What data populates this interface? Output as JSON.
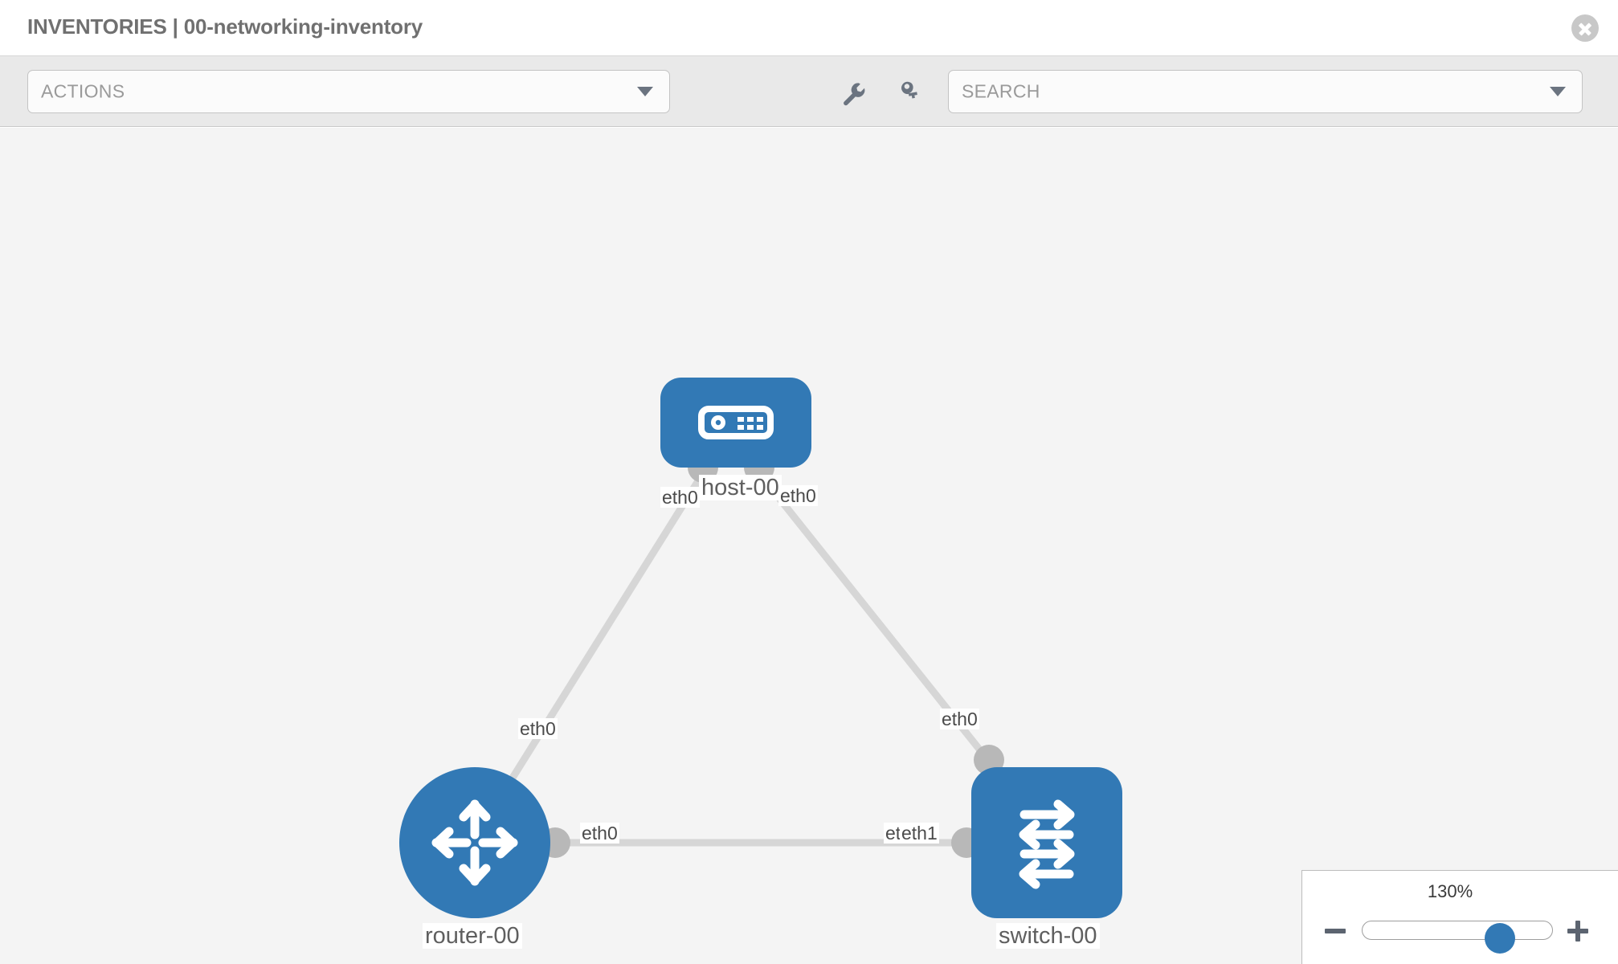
{
  "header": {
    "title": "INVENTORIES | 00-networking-inventory",
    "close_icon": "close-icon"
  },
  "toolbar": {
    "actions_label": "ACTIONS",
    "actions_caret_icon": "chevron-down-icon",
    "search_placeholder": "SEARCH",
    "search_caret_icon": "chevron-down-icon",
    "wrench_icon": "wrench-icon",
    "key_icon": "key-icon"
  },
  "topology": {
    "nodes": [
      {
        "id": "host",
        "label": "host-00",
        "icon": "server-icon",
        "shape": "rounded-rect"
      },
      {
        "id": "router",
        "label": "router-00",
        "icon": "router-icon",
        "shape": "circle"
      },
      {
        "id": "switch",
        "label": "switch-00",
        "icon": "switch-icon",
        "shape": "rounded-square"
      }
    ],
    "links": [
      {
        "from": "host",
        "to": "router",
        "from_iface": "eth0",
        "to_iface": "eth0"
      },
      {
        "from": "host",
        "to": "switch",
        "from_iface": "eth0",
        "to_iface": "eth0"
      },
      {
        "from": "router",
        "to": "switch",
        "from_iface": "eth0",
        "to_iface": "eth1"
      }
    ],
    "iface_labels": {
      "host_left": "eth0",
      "host_right": "eth0",
      "router_up": "eth0",
      "switch_up": "eth0",
      "router_right": "eth0",
      "switch_left_a": "eth0",
      "switch_left_b": "eth1"
    }
  },
  "zoom_control": {
    "value": "130%",
    "minus_icon": "minus-icon",
    "plus_icon": "plus-icon"
  },
  "colors": {
    "node_blue": "#3279b5",
    "canvas": "#f4f4f4",
    "link": "#d6d6d6",
    "endpoint": "#b8b8b8"
  }
}
